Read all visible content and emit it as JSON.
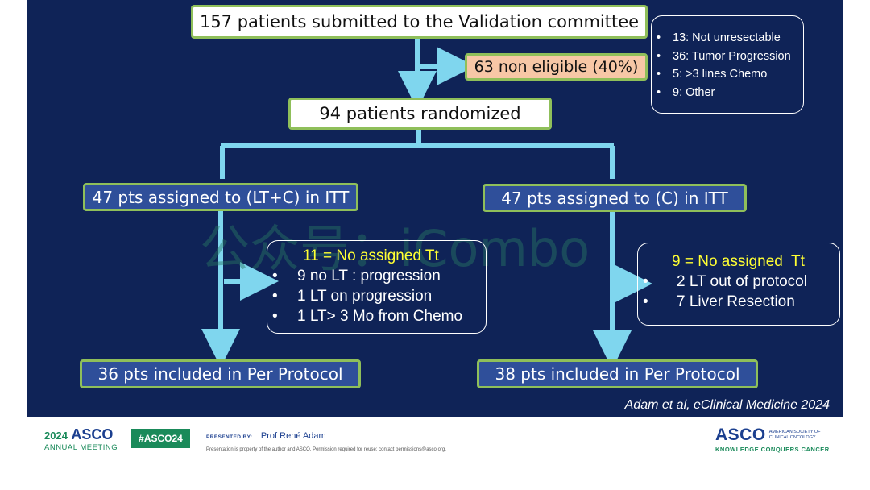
{
  "top_box": "157 patients submitted to the Validation committee",
  "non_eligible_box": "63 non eligible (40%)",
  "reasons": [
    "13: Not unresectable",
    "36: Tumor Progression",
    "5: >3 lines Chemo",
    "9: Other"
  ],
  "randomized_box": "94 patients randomized",
  "left_arm": {
    "itt": "47 pts assigned to (LT+C) in ITT",
    "no_assigned_title": "11 = No assigned Tt",
    "no_assigned_items": [
      "9 no LT : progression",
      "1 LT on progression",
      "1 LT> 3 Mo from Chemo"
    ],
    "per_protocol": "36 pts included in Per Protocol"
  },
  "right_arm": {
    "itt": "47 pts assigned to (C) in ITT",
    "no_assigned_title": "9 = No assigned  Tt",
    "no_assigned_items": [
      "2 LT out of protocol",
      "7 Liver Resection"
    ],
    "per_protocol": "38 pts included in Per Protocol"
  },
  "watermark": "公众号：iCombo",
  "citation": "Adam et al, eClinical Medicine 2024",
  "footer": {
    "year": "2024",
    "asco": "ASCO",
    "annual_meeting": "ANNUAL MEETING",
    "hashtag": "#ASCO24",
    "presented_by_label": "PRESENTED BY:",
    "presenter": "Prof René Adam",
    "disclaimer": "Presentation is property of the author and ASCO. Permission required for reuse; contact permissions@asco.org.",
    "asco_right": "ASCO",
    "society_line1": "AMERICAN SOCIETY OF",
    "society_line2": "CLINICAL ONCOLOGY",
    "tagline": "KNOWLEDGE CONQUERS CANCER"
  },
  "colors": {
    "background": "#0f2357",
    "box_border": "#8fbf5a",
    "arrow": "#7fd6ee",
    "blue_box": "#2f4f9a",
    "salmon_box": "#f7c7a6",
    "highlight_text": "#ffff33",
    "asco_blue": "#1b3f8f",
    "hashtag_green": "#1a8a5a"
  }
}
